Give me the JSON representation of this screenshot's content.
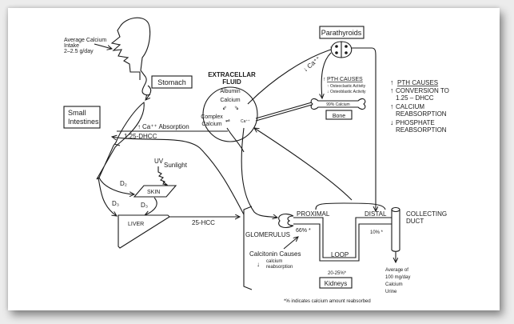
{
  "diagram": {
    "intake": {
      "line1": "Average Calcium",
      "line2": "Intake",
      "line3": "2–2.5 g/day"
    },
    "stomach": "Stomach",
    "small_intestines": {
      "line1": "Small",
      "line2": "Intestines"
    },
    "ca_absorption": "Ca⁺⁺ Absorption",
    "dhcc_label": "1.25-DHCC",
    "uv": "UV",
    "sunlight": "Sunlight",
    "d2": "D₂",
    "d3_left": "D₃",
    "d3_skin": "D₃",
    "skin": "SKIN",
    "liver": "LIVER",
    "hcc_label": "25-HCC",
    "ecf": {
      "title1": "EXTRACELLAR",
      "title2": "FLUID",
      "albumin": "Albumin",
      "calcium1": "Calcium",
      "complex": "Complex",
      "calcium2": "Calcium",
      "ca_ion": "Ca⁺⁺"
    },
    "parathyroids": "Parathyroids",
    "ca_down": "Ca⁺⁺",
    "pth_bone": {
      "title": "PTH CAUSES",
      "item1": "Osteoclastic Activity",
      "item2": "Osteoblastic Activity"
    },
    "bone_calcium": "99% Calcium",
    "bone": "Bone",
    "pth_kidney": {
      "title": "PTH CAUSES",
      "items": [
        {
          "arrow": "↑",
          "line1": "CONVERSION TO",
          "line2": "1.25 – DHCC"
        },
        {
          "arrow": "↑",
          "line1": "CALCIUM",
          "line2": "REABSORPTION"
        },
        {
          "arrow": "↓",
          "line1": "PHOSPHATE",
          "line2": "REABSORPTION"
        }
      ]
    },
    "kidney": {
      "proximal": "PROXIMAL",
      "distal": "DISTAL",
      "loop": "LOOP",
      "glomerulus": "GLOMERULUS",
      "proximal_pct": "66% *",
      "loop_pct": "20-25%*",
      "distal_pct": "10% *",
      "collecting1": "COLLECTING",
      "collecting2": "DUCT",
      "kidneys": "Kidneys"
    },
    "calcitonin": {
      "title": "Calcitonin Causes",
      "line1": "calcium",
      "line2": "reabsorption"
    },
    "urine": {
      "line1": "Average of",
      "line2": "100 mg/day",
      "line3": "Calcium",
      "line4": "Urine"
    },
    "footnote": "*% indicates calcium amount reabsorbed"
  }
}
